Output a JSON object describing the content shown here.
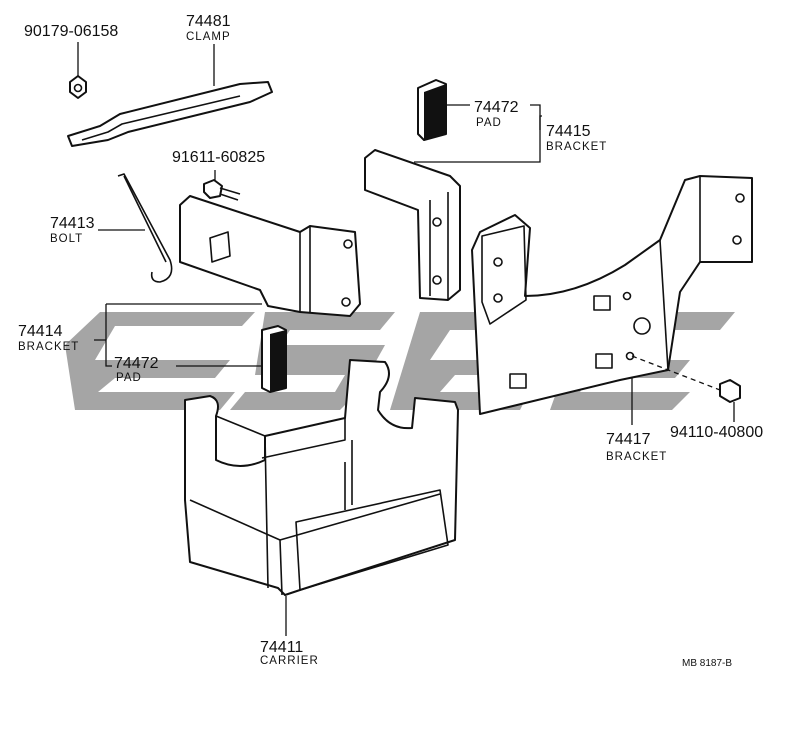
{
  "diagram": {
    "reference": "MB 8187-B",
    "labels": {
      "p90179": {
        "number": "90179-06158",
        "name": ""
      },
      "p74481": {
        "number": "74481",
        "name": "CLAMP"
      },
      "p91611": {
        "number": "91611-60825",
        "name": ""
      },
      "p74413": {
        "number": "74413",
        "name": "BOLT"
      },
      "p74414": {
        "number": "74414",
        "name": "BRACKET"
      },
      "p74472a": {
        "number": "74472",
        "name": "PAD"
      },
      "p74472b": {
        "number": "74472",
        "name": "PAD"
      },
      "p74415": {
        "number": "74415",
        "name": "BRACKET"
      },
      "p74417": {
        "number": "74417",
        "name": "BRACKET"
      },
      "p94110": {
        "number": "94110-40800",
        "name": ""
      },
      "p74411": {
        "number": "74411",
        "name": "CARRIER"
      }
    }
  }
}
